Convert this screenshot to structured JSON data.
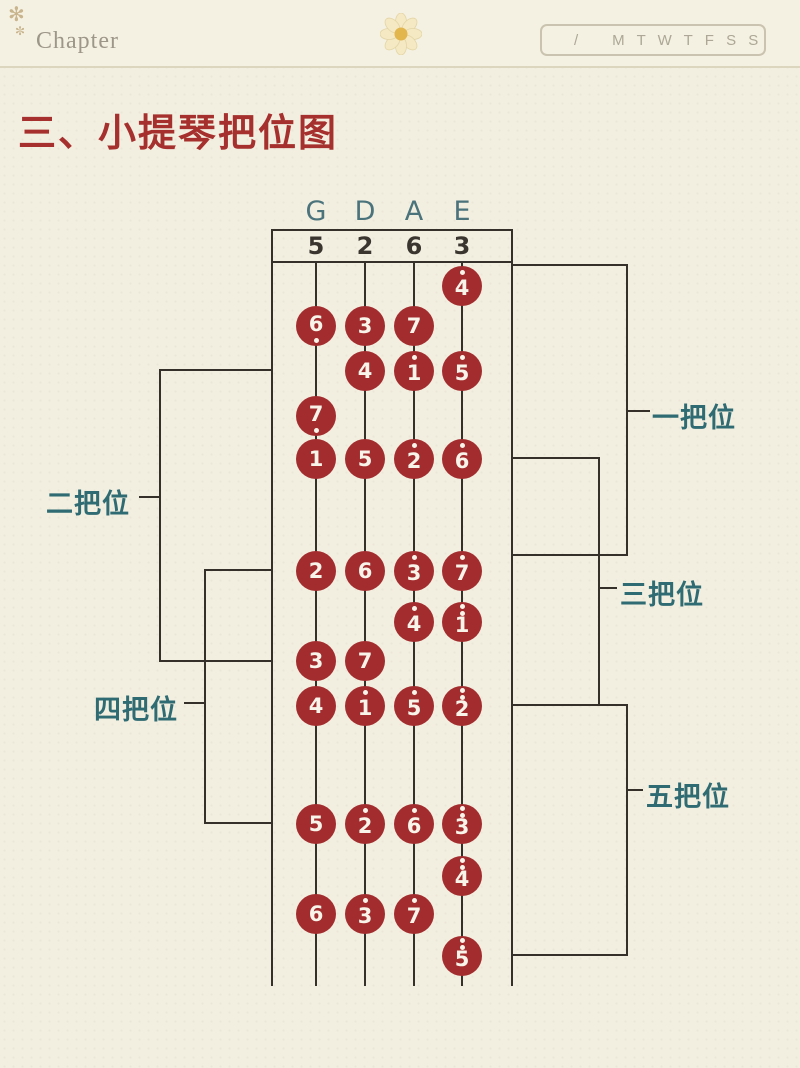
{
  "header": {
    "chapter": "Chapter",
    "slash": "/",
    "days": "M T W T F S S",
    "corner_marks": [
      "✻",
      "✼"
    ]
  },
  "title": "三、小提琴把位图",
  "colors": {
    "page_bg": "#f2eee0",
    "title_red": "#a5302d",
    "note_red": "#a22c2e",
    "position_teal": "#2f6b72",
    "line": "#35312a"
  },
  "chart": {
    "type": "violin-fingerboard-position-diagram",
    "string_letters": [
      "G",
      "D",
      "A",
      "E"
    ],
    "open_notes": [
      "5",
      "2",
      "6",
      "3"
    ],
    "positions": [
      {
        "label": "一把位",
        "side": "right",
        "rows": "1-5"
      },
      {
        "label": "二把位",
        "side": "left",
        "rows": "3-8"
      },
      {
        "label": "三把位",
        "side": "right",
        "rows": "5-9"
      },
      {
        "label": "四把位",
        "side": "left",
        "rows": "6-10"
      },
      {
        "label": "五把位",
        "side": "right",
        "rows": "9-13"
      }
    ],
    "notes": [
      {
        "string": "E",
        "row": 1,
        "num": "4",
        "octave": "high"
      },
      {
        "string": "G",
        "row": 2,
        "num": "6",
        "octave": "low"
      },
      {
        "string": "D",
        "row": 2,
        "num": "3",
        "octave": "none"
      },
      {
        "string": "A",
        "row": 2,
        "num": "7",
        "octave": "none"
      },
      {
        "string": "D",
        "row": 3,
        "num": "4",
        "octave": "none"
      },
      {
        "string": "A",
        "row": 3,
        "num": "1",
        "octave": "high"
      },
      {
        "string": "E",
        "row": 3,
        "num": "5",
        "octave": "high"
      },
      {
        "string": "G",
        "row": 4,
        "num": "7",
        "octave": "low"
      },
      {
        "string": "G",
        "row": 5,
        "num": "1",
        "octave": "none"
      },
      {
        "string": "D",
        "row": 5,
        "num": "5",
        "octave": "none"
      },
      {
        "string": "A",
        "row": 5,
        "num": "2",
        "octave": "high"
      },
      {
        "string": "E",
        "row": 5,
        "num": "6",
        "octave": "high"
      },
      {
        "string": "G",
        "row": 6,
        "num": "2",
        "octave": "none"
      },
      {
        "string": "D",
        "row": 6,
        "num": "6",
        "octave": "none"
      },
      {
        "string": "A",
        "row": 6,
        "num": "3",
        "octave": "high"
      },
      {
        "string": "E",
        "row": 6,
        "num": "7",
        "octave": "high"
      },
      {
        "string": "A",
        "row": 7,
        "num": "4",
        "octave": "high"
      },
      {
        "string": "E",
        "row": 7,
        "num": "1",
        "octave": "high2"
      },
      {
        "string": "G",
        "row": 8,
        "num": "3",
        "octave": "none"
      },
      {
        "string": "D",
        "row": 8,
        "num": "7",
        "octave": "none"
      },
      {
        "string": "G",
        "row": 9,
        "num": "4",
        "octave": "none"
      },
      {
        "string": "D",
        "row": 9,
        "num": "1",
        "octave": "high"
      },
      {
        "string": "A",
        "row": 9,
        "num": "5",
        "octave": "high"
      },
      {
        "string": "E",
        "row": 9,
        "num": "2",
        "octave": "high2"
      },
      {
        "string": "G",
        "row": 10,
        "num": "5",
        "octave": "none"
      },
      {
        "string": "D",
        "row": 10,
        "num": "2",
        "octave": "high"
      },
      {
        "string": "A",
        "row": 10,
        "num": "6",
        "octave": "high"
      },
      {
        "string": "E",
        "row": 10,
        "num": "3",
        "octave": "high2"
      },
      {
        "string": "E",
        "row": 11,
        "num": "4",
        "octave": "high2"
      },
      {
        "string": "G",
        "row": 12,
        "num": "6",
        "octave": "none"
      },
      {
        "string": "D",
        "row": 12,
        "num": "3",
        "octave": "high"
      },
      {
        "string": "A",
        "row": 12,
        "num": "7",
        "octave": "high"
      },
      {
        "string": "E",
        "row": 13,
        "num": "5",
        "octave": "high2"
      }
    ]
  }
}
